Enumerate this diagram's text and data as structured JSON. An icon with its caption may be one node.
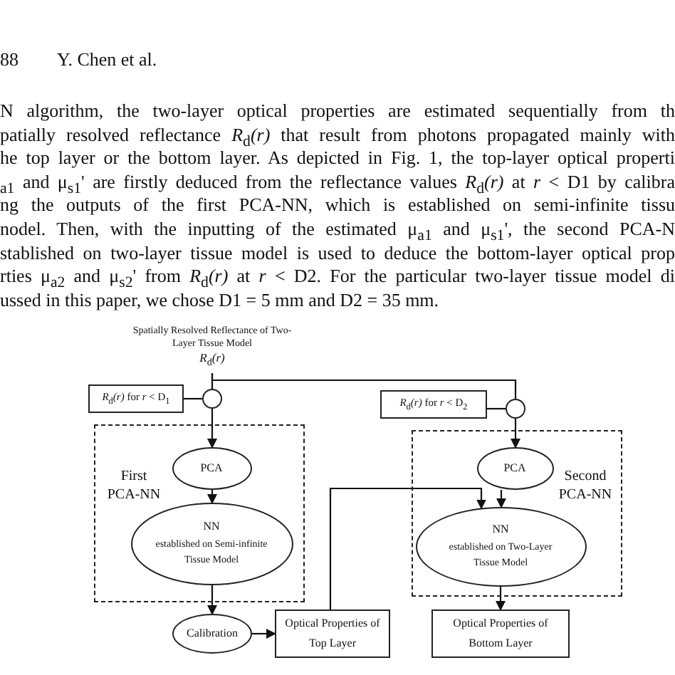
{
  "diagram": {
    "nodes": [
      {
        "text": [
          "Spatially Resolved Reflectance of Two-Layer Tissue Model",
          "*R*$_{d}$*(r)*"
        ]
      },
      {
        "text": [
          "*R*$_{d}$*(r)* for *r* < D$_{1}$"
        ]
      },
      {
        "text": [],
        "shape": "circle"
      },
      {
        "text": [
          "First PCA-NN"
        ]
      },
      {
        "text": [
          "PCA"
        ],
        "in": 3
      },
      {
        "text": [
          "NN",
          "established on Semi-infinite Tissue Model"
        ],
        "in": 3
      },
      {
        "text": [
          "Calibration"
        ]
      },
      {
        "text": [
          "Optical Properties of Top Layer"
        ]
      },
      {
        "text": [
          "*R*$_{d}$*(r)* for *r* < D$_{2}$"
        ]
      },
      {
        "text": [],
        "shape": "circle"
      },
      {
        "text": [
          "Second PCA-NN"
        ]
      },
      {
        "text": [
          "PCA"
        ],
        "in": 10
      },
      {
        "text": [
          "NN",
          "established on Two-Layer Tissue Model"
        ],
        "in": 10
      },
      {
        "text": [
          "Optical Properties of Bottom Layer"
        ]
      }
    ],
    "edges": [
      {
        "from": 0,
        "to": 2,
        "arrow": "none"
      },
      {
        "from": 0,
        "to": 9,
        "arrow": "none"
      },
      {
        "from": 1,
        "to": 2,
        "arrow": "none"
      },
      {
        "from": 2,
        "to": 4,
        "arrow": "to"
      },
      {
        "from": 4,
        "to": 5,
        "arrow": "to"
      },
      {
        "from": 5,
        "to": 6,
        "arrow": "to"
      },
      {
        "from": 6,
        "to": 7,
        "arrow": "to"
      },
      {
        "from": 7,
        "to": 12,
        "arrow": "to"
      },
      {
        "from": 8,
        "to": 9,
        "arrow": "none"
      },
      {
        "from": 9,
        "to": 11,
        "arrow": "to"
      },
      {
        "from": 11,
        "to": 12,
        "arrow": "to"
      },
      {
        "from": 12,
        "to": 13,
        "arrow": "to"
      }
    ],
    "labels": [
      "88",
      "Y. Chen et al.",
      "N algorithm, the two-layer optical properties are estimated sequentially from th",
      "patially resolved reflectance *R*$_{d}$*(r)* that result from photons propagated mainly with",
      "he top layer or the bottom layer. As depicted in Fig. 1, the top-layer optical properti",
      "$_{a1}$ and μ$_{s1}$' are firstly deduced from the reflectance values *R*$_{d}$*(r)* at *r* < D1 by calibra",
      "ng the outputs of the first PCA-NN, which is established on semi-infinite tissu",
      "nodel. Then, with the inputting of the estimated μ$_{a1}$ and μ$_{s1}$', the second PCA-N",
      "stablished on two-layer tissue model is used to deduce the bottom-layer optical prop",
      "rties μ$_{a2}$ and μ$_{s2}$' from *R*$_{d}$*(r)* at *r* < D2. For the particular two-layer tissue model di",
      "ussed in this paper, we chose D1 = 5 mm and D2 = 35 mm."
    ]
  }
}
